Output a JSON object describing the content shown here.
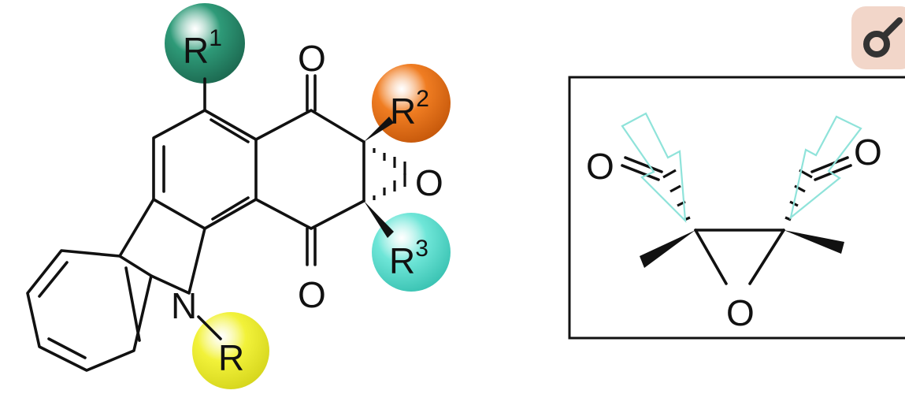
{
  "substituents": {
    "r1": {
      "base": "R",
      "sup": "1",
      "color": "#2e9a78"
    },
    "r2": {
      "base": "R",
      "sup": "2",
      "color": "#f07d22"
    },
    "r3": {
      "base": "R",
      "sup": "3",
      "color": "#6fe6d8"
    },
    "r": {
      "base": "R",
      "sup": "",
      "color": "#f2f23a"
    }
  },
  "atoms": {
    "o_top": "O",
    "o_bottom": "O",
    "o_epoxide": "O",
    "nitrogen": "N"
  },
  "inset": {
    "o_left": "O",
    "o_right": "O",
    "o_bridge": "O",
    "arrow_color": "#8fe3da"
  },
  "corner_badge": {
    "icon": "male-symbol-icon",
    "color": "#f2d6c9"
  }
}
